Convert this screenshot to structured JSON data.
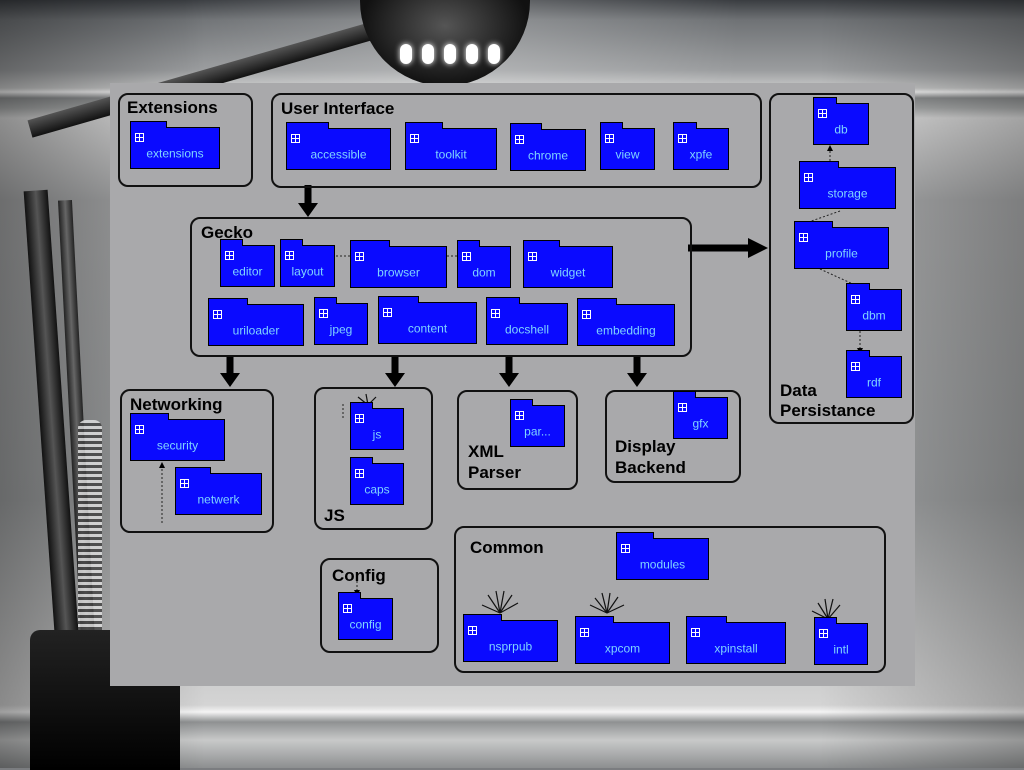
{
  "groups": {
    "extensions": {
      "title": "Extensions",
      "packages": [
        "extensions"
      ]
    },
    "user_interface": {
      "title": "User Interface",
      "packages": [
        "accessible",
        "toolkit",
        "chrome",
        "view",
        "xpfe"
      ]
    },
    "data_persistance": {
      "title_line1": "Data",
      "title_line2": "Persistance",
      "packages": [
        "db",
        "storage",
        "profile",
        "dbm",
        "rdf"
      ]
    },
    "gecko": {
      "title": "Gecko",
      "packages": [
        "editor",
        "layout",
        "browser",
        "dom",
        "widget",
        "uriloader",
        "jpeg",
        "content",
        "docshell",
        "embedding"
      ]
    },
    "networking": {
      "title": "Networking",
      "packages": [
        "security",
        "netwerk"
      ]
    },
    "js": {
      "title": "JS",
      "packages": [
        "js",
        "caps"
      ]
    },
    "xml_parser": {
      "title_line1": "XML",
      "title_line2": "Parser",
      "packages": [
        "par..."
      ]
    },
    "display_backend": {
      "title_line1": "Display",
      "title_line2": "Backend",
      "packages": [
        "gfx"
      ]
    },
    "config": {
      "title": "Config",
      "packages": [
        "config"
      ]
    },
    "common": {
      "title": "Common",
      "packages": [
        "modules",
        "nsprpub",
        "xpcom",
        "xpinstall",
        "intl"
      ]
    }
  },
  "colors": {
    "package_fill": "#0a0aff",
    "package_text": "#7fd4ff",
    "canvas": "#a9a9ab",
    "border": "#111111"
  }
}
